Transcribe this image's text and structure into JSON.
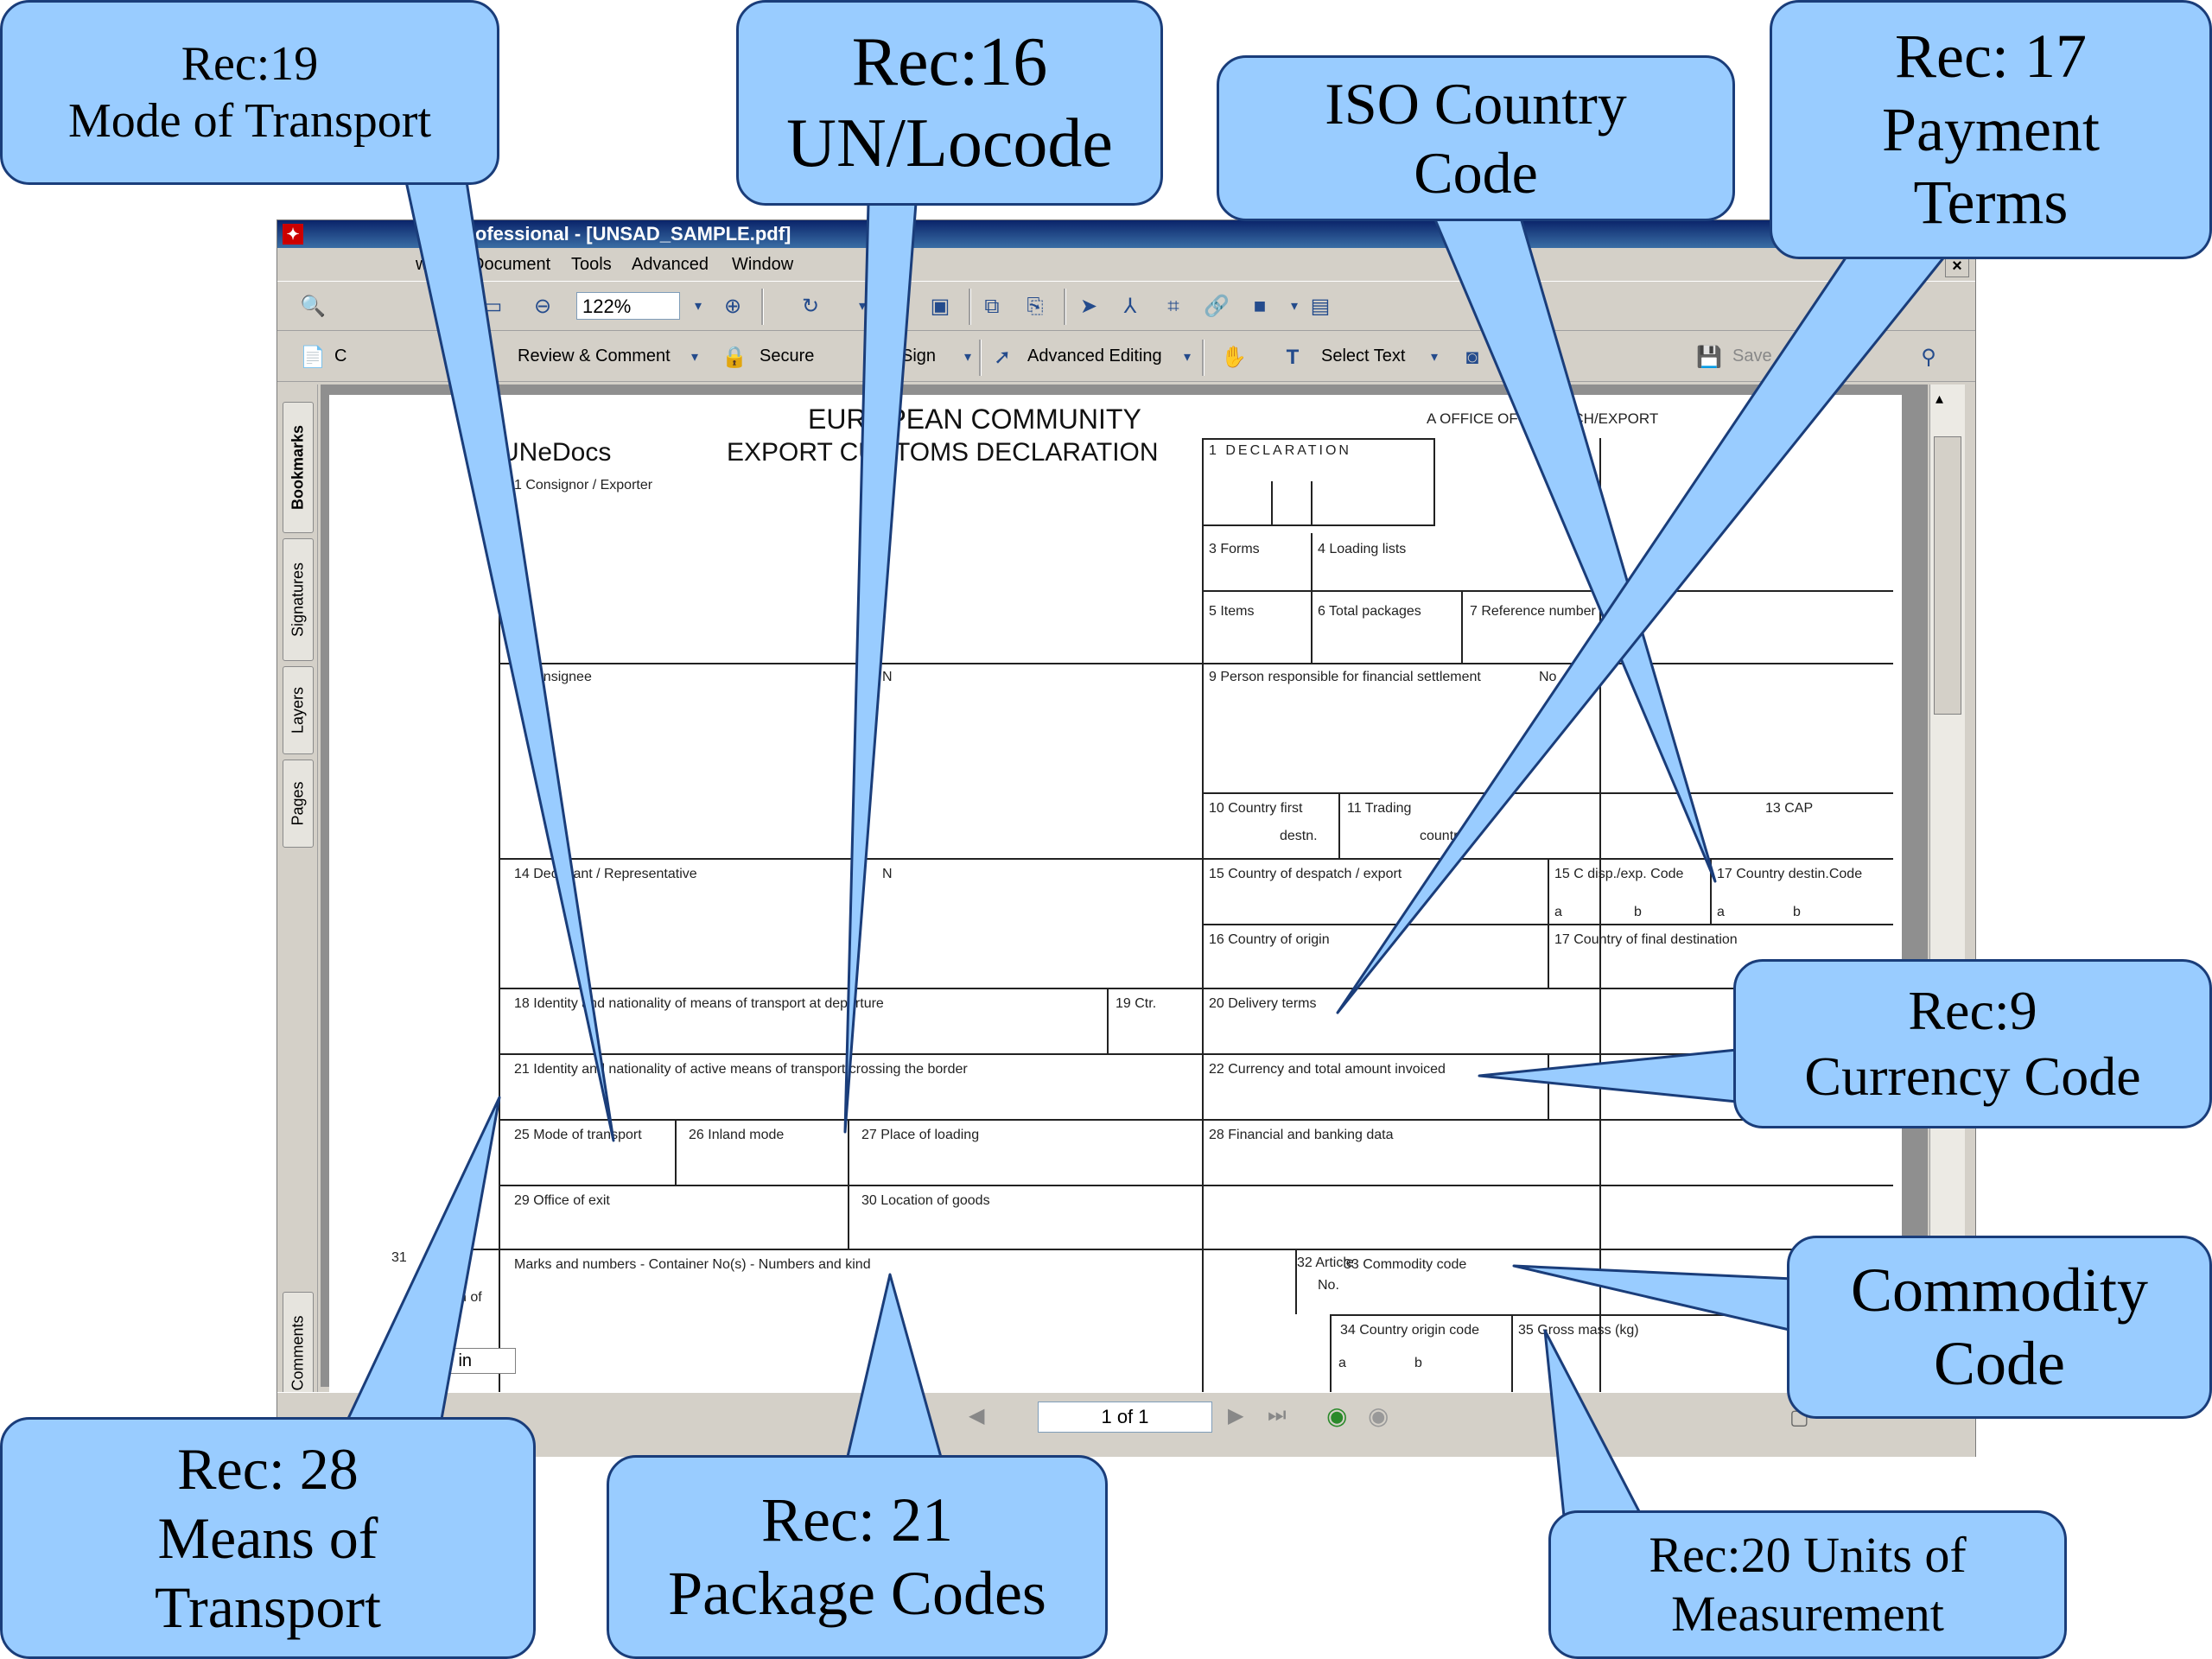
{
  "window": {
    "title": "at Professional - [UNSAD_SAMPLE.pdf]",
    "close_glyph": "×"
  },
  "menubar": [
    "w",
    "Document",
    "Tools",
    "Advanced",
    "Window"
  ],
  "toolbar": {
    "zoom": "122%",
    "review_comment": "Review & Comment",
    "secure": "Secure",
    "sign": "Sign",
    "advanced_editing": "Advanced Editing",
    "select_text": "Select Text",
    "save": "Save",
    "create_partial": "C"
  },
  "nav_tabs": [
    "Bookmarks",
    "Signatures",
    "Layers",
    "Pages",
    "Comments"
  ],
  "statusbar": {
    "page_indicator": "1 of 1",
    "page_size": "1.69 in"
  },
  "form": {
    "title": "EUROPEAN COMMUNITY",
    "subtitle": "EXPORT CUSTOMS DECLARATION",
    "brand": "UNeDocs",
    "office": "A OFFICE OF DISPATCH/EXPORT",
    "fields": {
      "f1": "1  Consignor / Exporter",
      "f1d": "1 DECLARATION",
      "f3": "3 Forms",
      "f4": "4 Loading lists",
      "f5": "5 Items",
      "f6": "6 Total packages",
      "f7": "7 Reference number",
      "f8": "8  Consignee",
      "f8n": "N",
      "f9": "9 Person responsible for financial settlement",
      "f9n": "No",
      "f10": "10 Country first",
      "f10b": "destn.",
      "f11": "11 Trading",
      "f11b": "country",
      "f13": "13 CAP",
      "f14": "14 Declarant / Representative",
      "f14n": "N",
      "f15": "15 Country of despatch / export",
      "f15c": "15 C disp./exp. Code",
      "f17c": "17 Country destin.Code",
      "f15a": "a",
      "f15b": "b",
      "f17a": "a",
      "f17b": "b",
      "f16": "16 Country of origin",
      "f17": "17 Country of final destination",
      "f18": "18 Identity and nationality of means of transport at departure",
      "f19": "19 Ctr.",
      "f20": "20 Delivery terms",
      "f21": "21 Identity and nationality of active means of transport crossing the border",
      "f22": "22 Currency and total amount invoiced",
      "f25": "25 Mode of transport",
      "f26": "26 Inland mode",
      "f27": "27 Place of loading",
      "f28": "28 Financial and banking data",
      "f29": "29 Office of exit",
      "f30": "30 Location of goods",
      "f31": "31",
      "f31b": "n of",
      "f31m": "Marks and numbers - Container No(s) - Numbers and kind",
      "f32": "32 Article",
      "f32b": "No.",
      "f33": "33 Commodity code",
      "f34": "34 Country origin code",
      "f35": "35 Gross mass (kg)",
      "f34a": "a",
      "f34b": "b"
    }
  },
  "callouts": [
    {
      "id": "rec19",
      "text": "Rec:19\nMode of Transport"
    },
    {
      "id": "rec16",
      "text": "Rec:16\nUN/Locode"
    },
    {
      "id": "iso",
      "text": "ISO Country\nCode"
    },
    {
      "id": "rec17",
      "text": "Rec: 17\nPayment\nTerms"
    },
    {
      "id": "rec9",
      "text": "Rec:9\nCurrency Code"
    },
    {
      "id": "commodity",
      "text": "Commodity\nCode"
    },
    {
      "id": "rec28",
      "text": "Rec: 28\nMeans of\nTransport"
    },
    {
      "id": "rec21",
      "text": "Rec: 21\nPackage Codes"
    },
    {
      "id": "rec20",
      "text": "Rec:20 Units of\nMeasurement"
    }
  ],
  "colors": {
    "callout_fill": "#99ccff",
    "callout_border": "#1a3d7a",
    "window_chrome": "#d4d0c8",
    "title_bar": "#0a246a"
  }
}
